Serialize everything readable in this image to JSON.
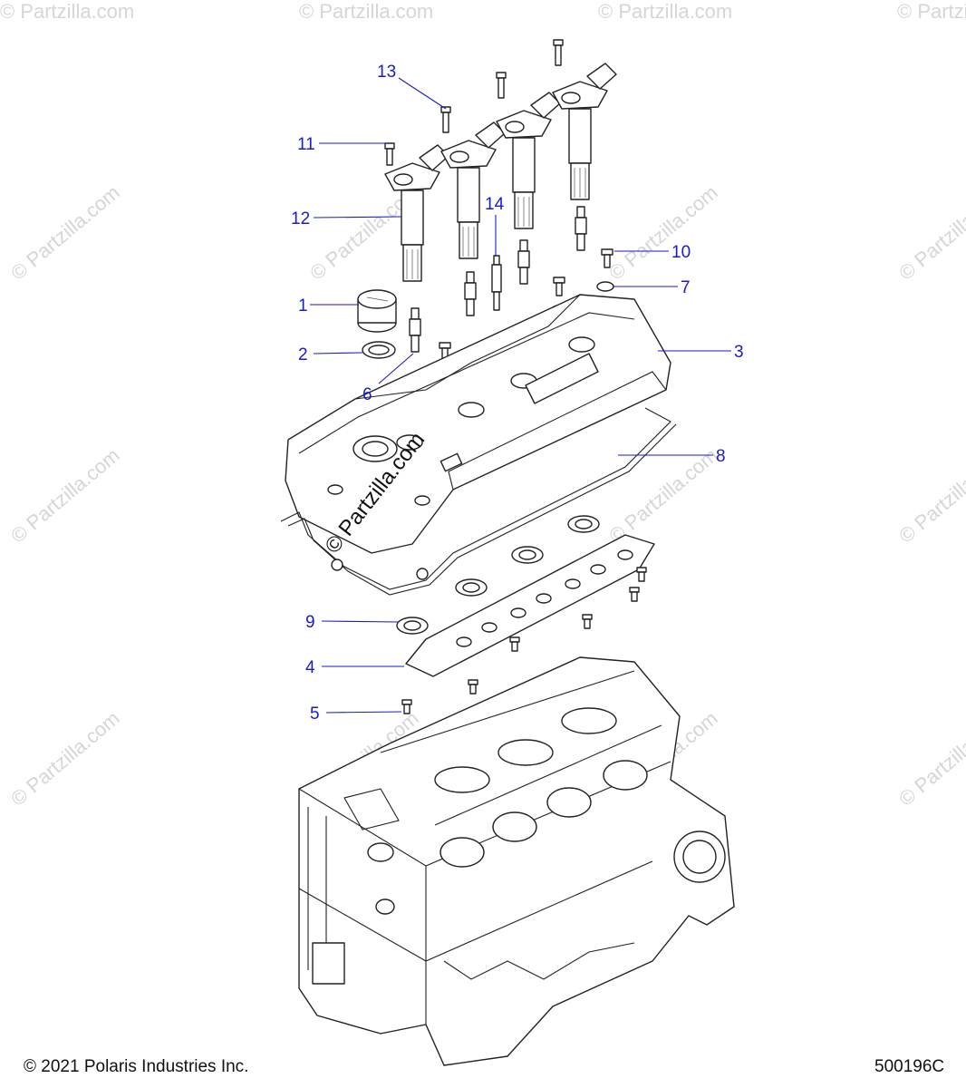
{
  "callouts": [
    {
      "num": "1"
    },
    {
      "num": "2"
    },
    {
      "num": "3"
    },
    {
      "num": "4"
    },
    {
      "num": "5"
    },
    {
      "num": "6"
    },
    {
      "num": "7"
    },
    {
      "num": "8"
    },
    {
      "num": "9"
    },
    {
      "num": "10"
    },
    {
      "num": "11"
    },
    {
      "num": "12"
    },
    {
      "num": "13"
    },
    {
      "num": "14"
    }
  ],
  "watermark": {
    "main": "© Partzilla.com",
    "repeat": "© Partzilla.com"
  },
  "footer": {
    "copyright": "© 2021 Polaris Industries Inc.",
    "figure_id": "500196C"
  },
  "colors": {
    "callout": "#1a1acc",
    "line": "#222222",
    "watermark": "#d6d6d6"
  }
}
